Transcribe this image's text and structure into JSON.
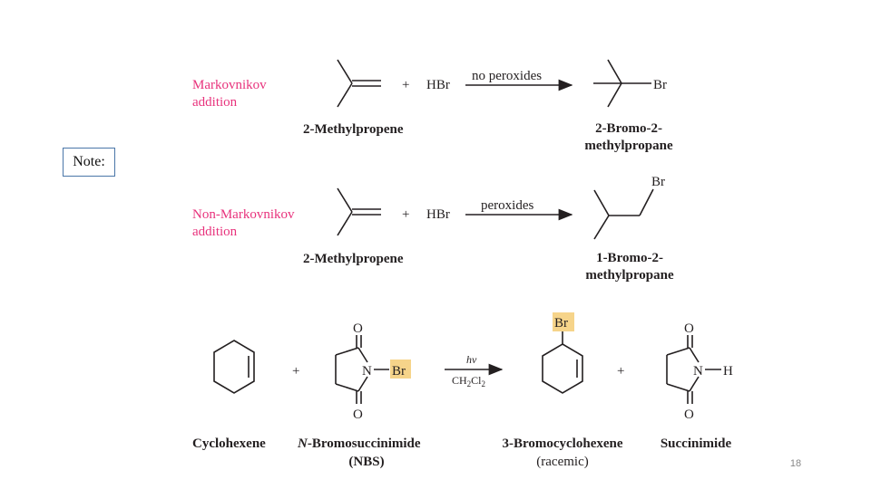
{
  "note_label": "Note:",
  "page_number": "18",
  "colors": {
    "markovnikov_label": "#e8327c",
    "br_highlight": "#f6d48a"
  },
  "reaction1": {
    "type_line1": "Markovnikov",
    "type_line2": "addition",
    "plus": "+",
    "reagent": "HBr",
    "condition": "no peroxides",
    "reactant_name": "2-Methylpropene",
    "product_atom": "Br",
    "product_name_line1": "2-Bromo-2-",
    "product_name_line2": "methylpropane"
  },
  "reaction2": {
    "type_line1": "Non-Markovnikov",
    "type_line2": "addition",
    "plus": "+",
    "reagent": "HBr",
    "condition": "peroxides",
    "reactant_name": "2-Methylpropene",
    "product_atom": "Br",
    "product_name_line1": "1-Bromo-2-",
    "product_name_line2": "methylpropane"
  },
  "reaction3": {
    "plus1": "+",
    "plus2": "+",
    "condition_top": "hν",
    "condition_bottom_main": "CH",
    "condition_bottom_sub1": "2",
    "condition_bottom_mid": "Cl",
    "condition_bottom_sub2": "2",
    "nbs_O_top": "O",
    "nbs_O_bottom": "O",
    "nbs_N": "N",
    "nbs_Br": "Br",
    "product_Br": "Br",
    "succ_O_top": "O",
    "succ_O_bottom": "O",
    "succ_N": "N",
    "succ_H": "H",
    "name_cyclohexene": "Cyclohexene",
    "name_nbs_italic": "N",
    "name_nbs_rest": "-Bromosuccinimide",
    "name_nbs_abbr": "(NBS)",
    "name_product_line1": "3-Bromocyclohexene",
    "name_product_line2": "(racemic)",
    "name_succinimide": "Succinimide"
  }
}
